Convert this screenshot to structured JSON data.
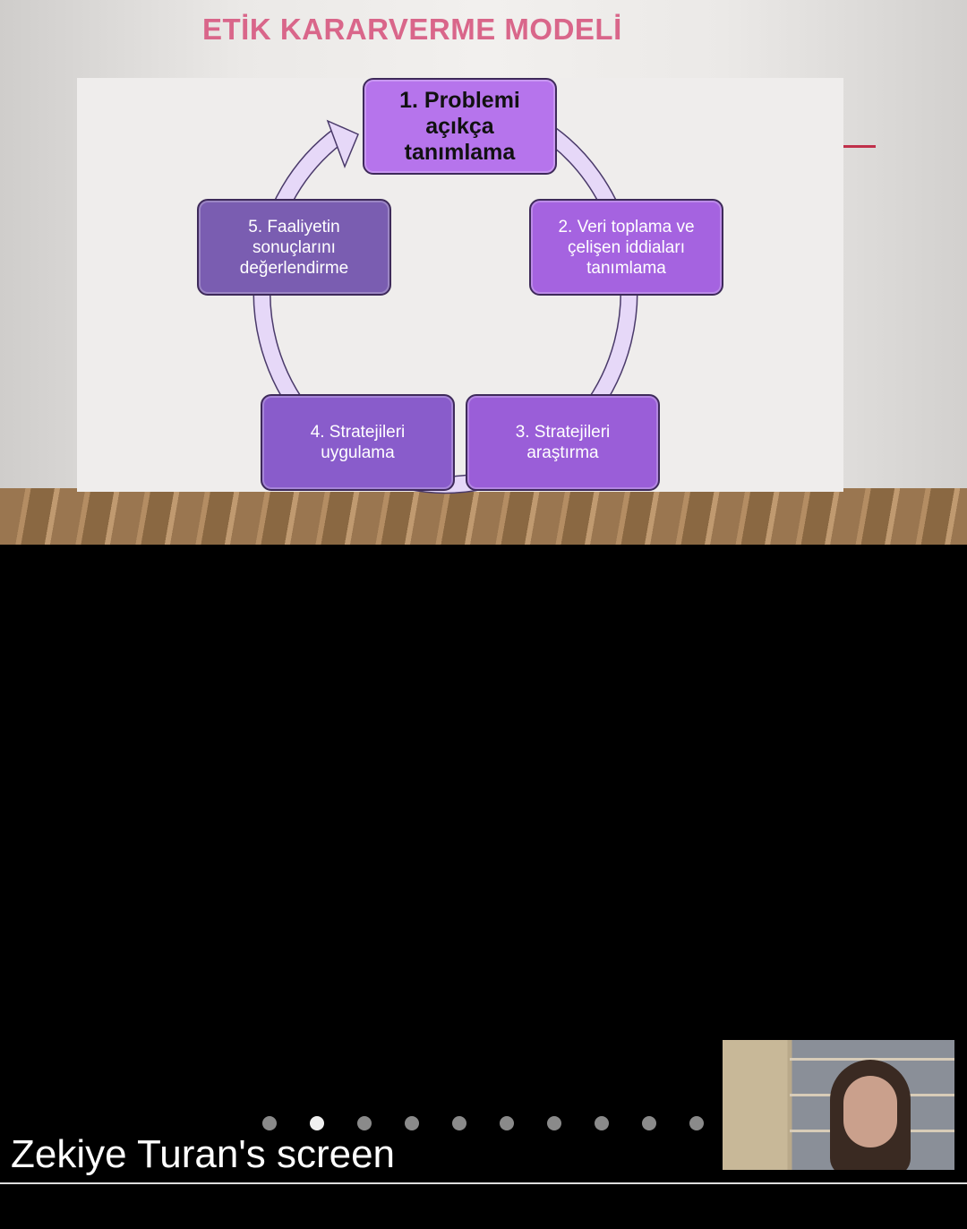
{
  "slide": {
    "title": "ETİK KARARVERME MODELİ",
    "steps": [
      "1. Problemi\naçıkça\ntanımlama",
      "2. Veri toplama ve\nçelişen iddiaları\ntanımlama",
      "3. Stratejileri\naraştırma",
      "4. Stratejileri\nuygulama",
      "5. Faaliyetin\nsonuçlarını\ndeğerlendirme"
    ]
  },
  "pager": {
    "count": 10,
    "active_index": 1
  },
  "caption": "Zekiye Turan's screen",
  "colors": {
    "title": "#d9668a",
    "step1": "#b674ec",
    "ring": "#e6d8f8"
  }
}
